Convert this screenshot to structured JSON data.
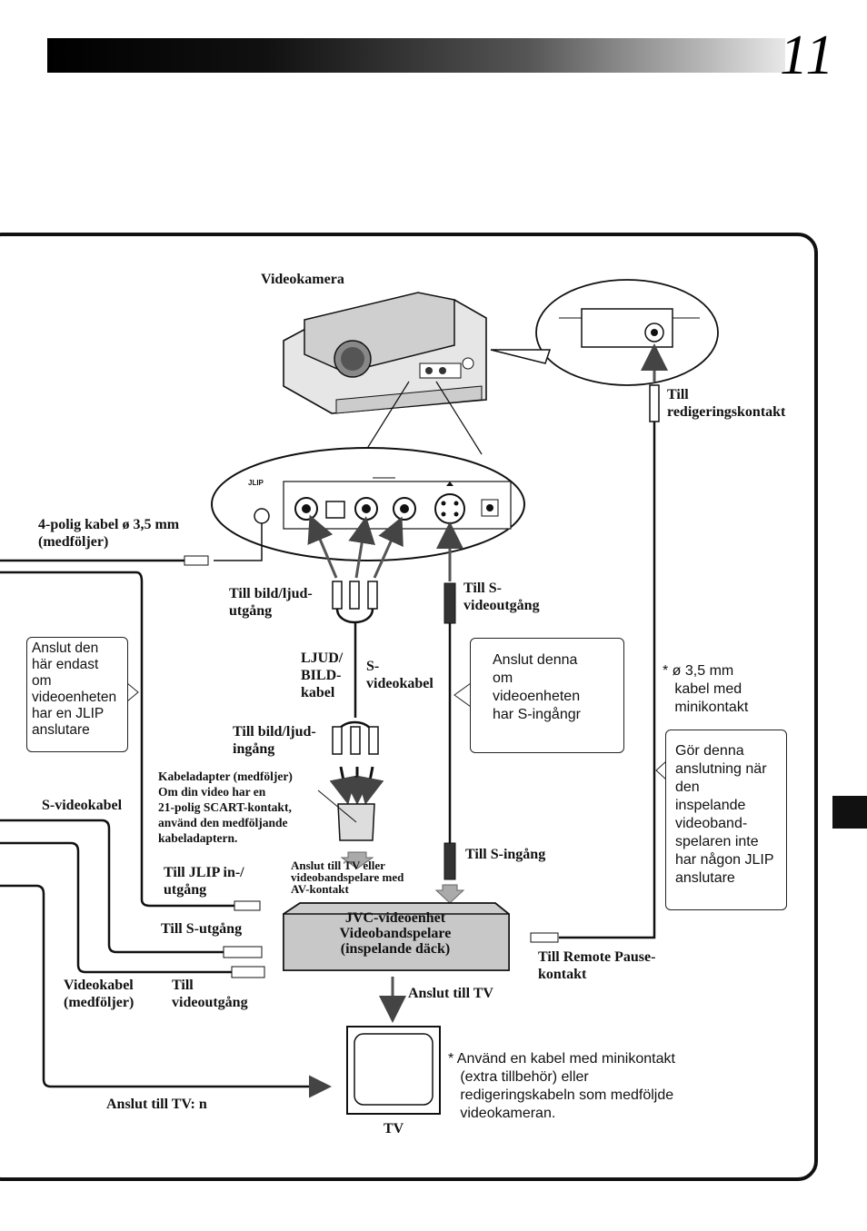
{
  "page_number": "11",
  "labels": {
    "videokamera": "Videokamera",
    "till_redigeringskontakt": "Till\nredigeringskontakt",
    "jlip_logo": "JLIP",
    "polig_kabel": "4-polig kabel ø 3,5 mm\n(medföljer)",
    "till_bild_ljud_utgang": "Till bild/ljud-\nutgång",
    "till_s_videoutgang": "Till S-\nvideoutgång",
    "ljud_bild_kabel": "LJUD/\nBILD-\nkabel",
    "s_videokabel_mid": "S-\nvideokabel",
    "till_bild_ljud_ingang": "Till bild/ljud-\ningång",
    "kabeladapter": "Kabeladapter (medföljer)\nOm din video har en\n21-polig SCART-kontakt,\nanvänd den medföljande\nkabeladaptern.",
    "s_videokabel_left": "S-videokabel",
    "anslut_till_tv_eller": "Anslut till TV eller\nvideobandspelare med\nAV-kontakt",
    "till_s_ingang": "Till S-ingång",
    "till_jlip": "Till JLIP in-/\nutgång",
    "till_s_utgang": "Till S-utgång",
    "jvc_unit": "JVC-videoenhet\nVideobandspelare\n(inspelande däck)",
    "till_remote_pause": "Till Remote Pause-\nkontakt",
    "videokabel_medfoljer": "Videokabel\n(medföljer)",
    "till_videoutgang": "Till\nvideoutgång",
    "anslut_till_tv": "Anslut till TV",
    "anslut_till_tv_n": "Anslut till TV: n",
    "tv": "TV",
    "cable_note": "* ø 3,5 mm\n   kabel med\n   minikontakt"
  },
  "notes": {
    "anslut_jlip": "Anslut den\nhär endast\nom\nvideoenheten\nhar en JLIP\nanslutare",
    "anslut_s": "Anslut denna\nom\nvideoenheten\nhar S-ingångr",
    "gor_denna": "Gör denna\nanslutning när\nden\ninspelande\nvideoband-\nspelaren inte\nhar någon JLIP\nanslutare",
    "footnote": "* Använd en kabel med minikontakt\n   (extra tillbehör) eller\n   redigeringskabeln som medföljde\n   videokameran."
  }
}
